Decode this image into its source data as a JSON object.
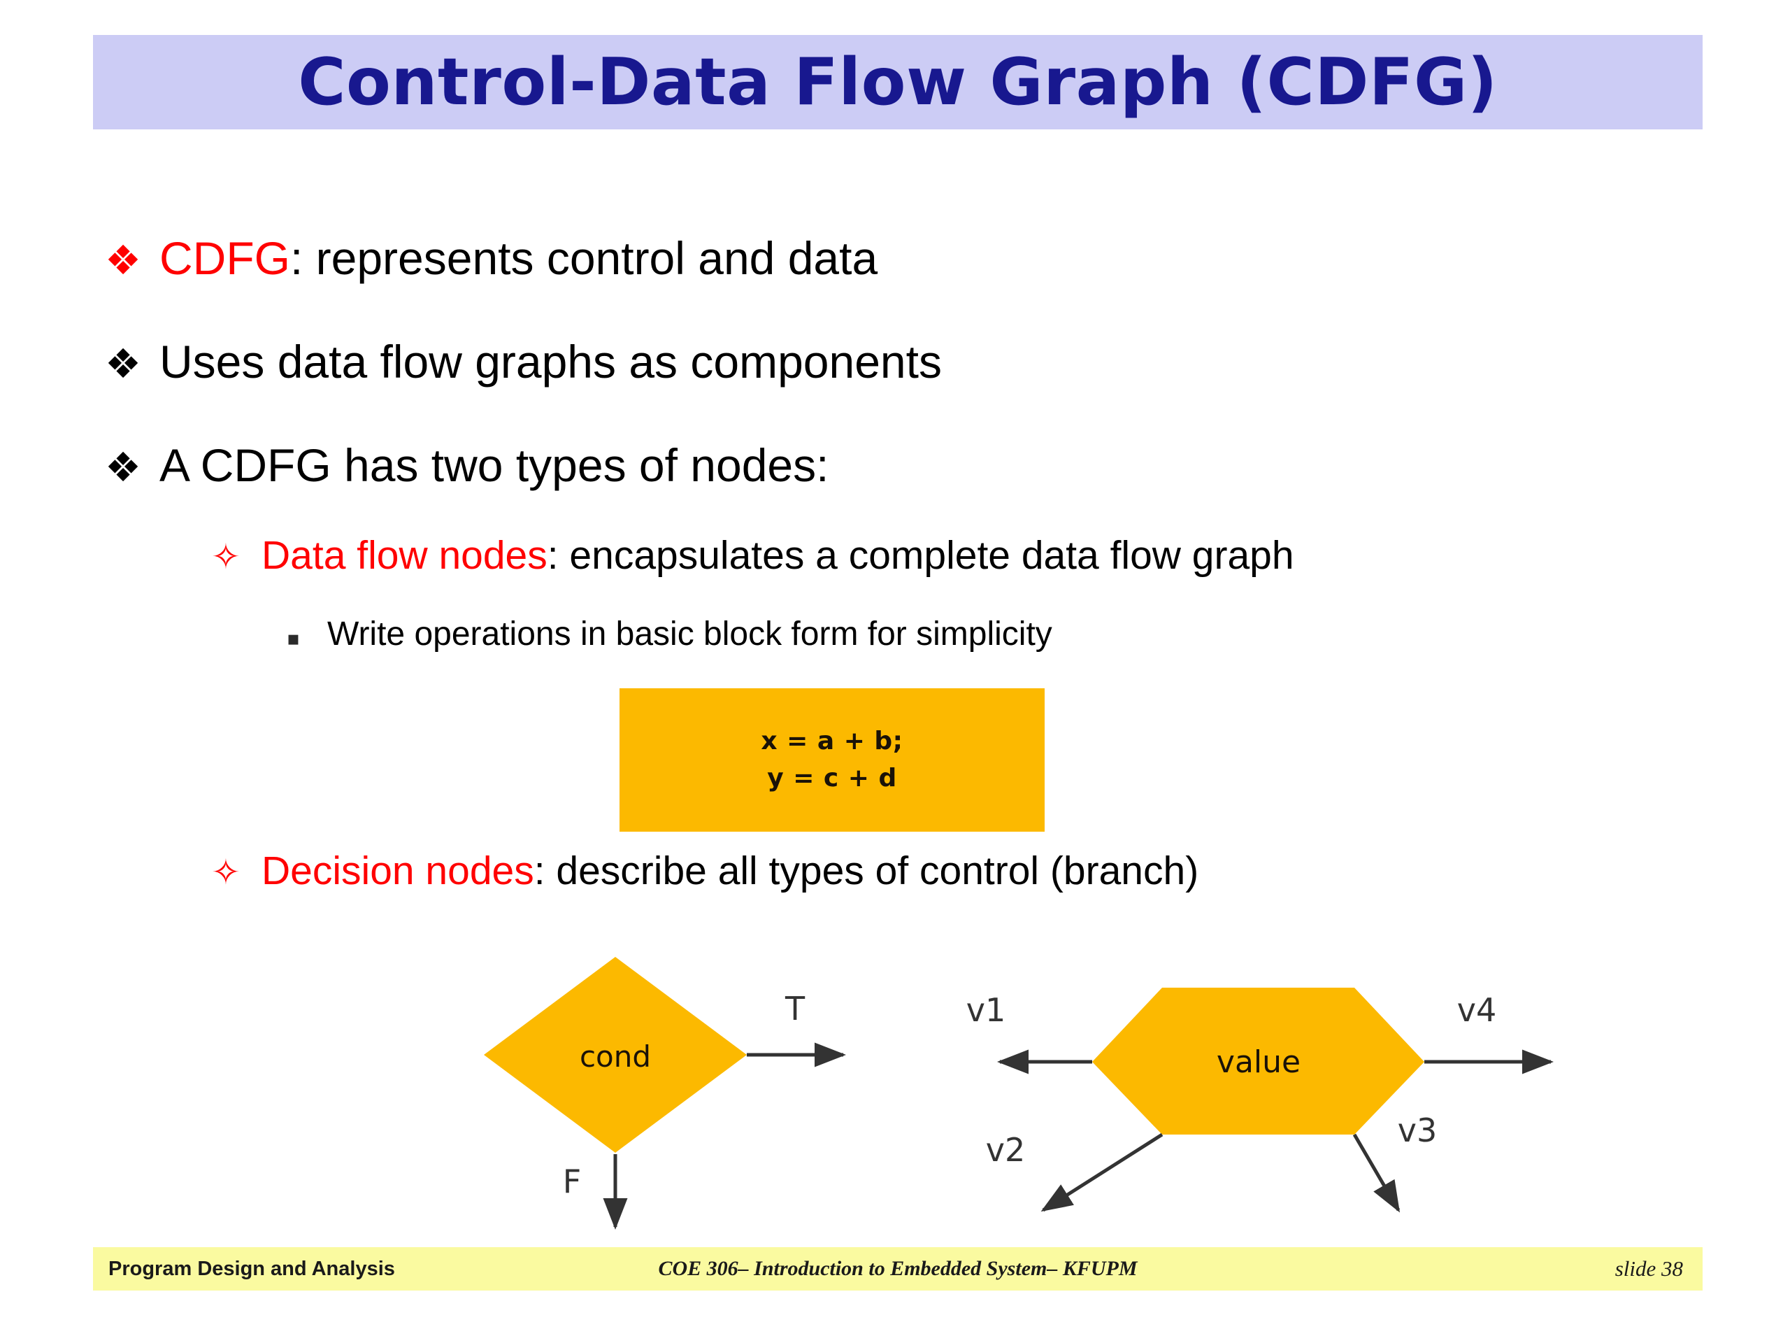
{
  "slide": {
    "title": "Control-Data Flow Graph (CDFG)",
    "title_color": "#18188f",
    "title_bg": "#ccccf5",
    "accent_red": "#ff0000",
    "node_orange": "#fcb900",
    "footer_bg": "#fafaa0"
  },
  "bullets": {
    "level1": [
      {
        "glyph": "❖",
        "glyph_color": "#ff0000",
        "highlight": "CDFG",
        "rest": ": represents control and data"
      },
      {
        "glyph": "❖",
        "glyph_color": "#000000",
        "highlight": "",
        "rest": "Uses data flow graphs as components"
      },
      {
        "glyph": "❖",
        "glyph_color": "#000000",
        "highlight": "",
        "rest": "A CDFG has two types of nodes:"
      }
    ],
    "level2": [
      {
        "glyph": "✧",
        "glyph_color": "#ff0000",
        "highlight": "Data flow nodes",
        "rest": ": encapsulates a complete data flow graph"
      },
      {
        "glyph": "✧",
        "glyph_color": "#ff0000",
        "highlight": "Decision nodes",
        "rest": ": describe all types of control (branch)"
      }
    ],
    "level3": [
      {
        "glyph": "▪",
        "glyph_color": "#2b2b2b",
        "text": "Write operations in basic block form for simplicity"
      }
    ]
  },
  "code_box": {
    "lines": [
      "x = a + b;",
      "y = c + d"
    ],
    "fill": "#fcb900"
  },
  "diagram": {
    "decision_node": {
      "shape": "diamond",
      "label": "cond",
      "fill": "#fcb900",
      "edges": [
        {
          "label": "T",
          "direction": "right"
        },
        {
          "label": "F",
          "direction": "down"
        }
      ]
    },
    "value_node": {
      "shape": "hexagon",
      "label": "value",
      "fill": "#fcb900",
      "edges": [
        {
          "label": "v1",
          "direction": "left"
        },
        {
          "label": "v4",
          "direction": "right"
        },
        {
          "label": "v2",
          "direction": "down-left"
        },
        {
          "label": "v3",
          "direction": "down-right"
        }
      ]
    }
  },
  "footer": {
    "left": "Program Design and Analysis",
    "center": "COE 306– Introduction to Embedded System– KFUPM",
    "right": "slide 38"
  }
}
